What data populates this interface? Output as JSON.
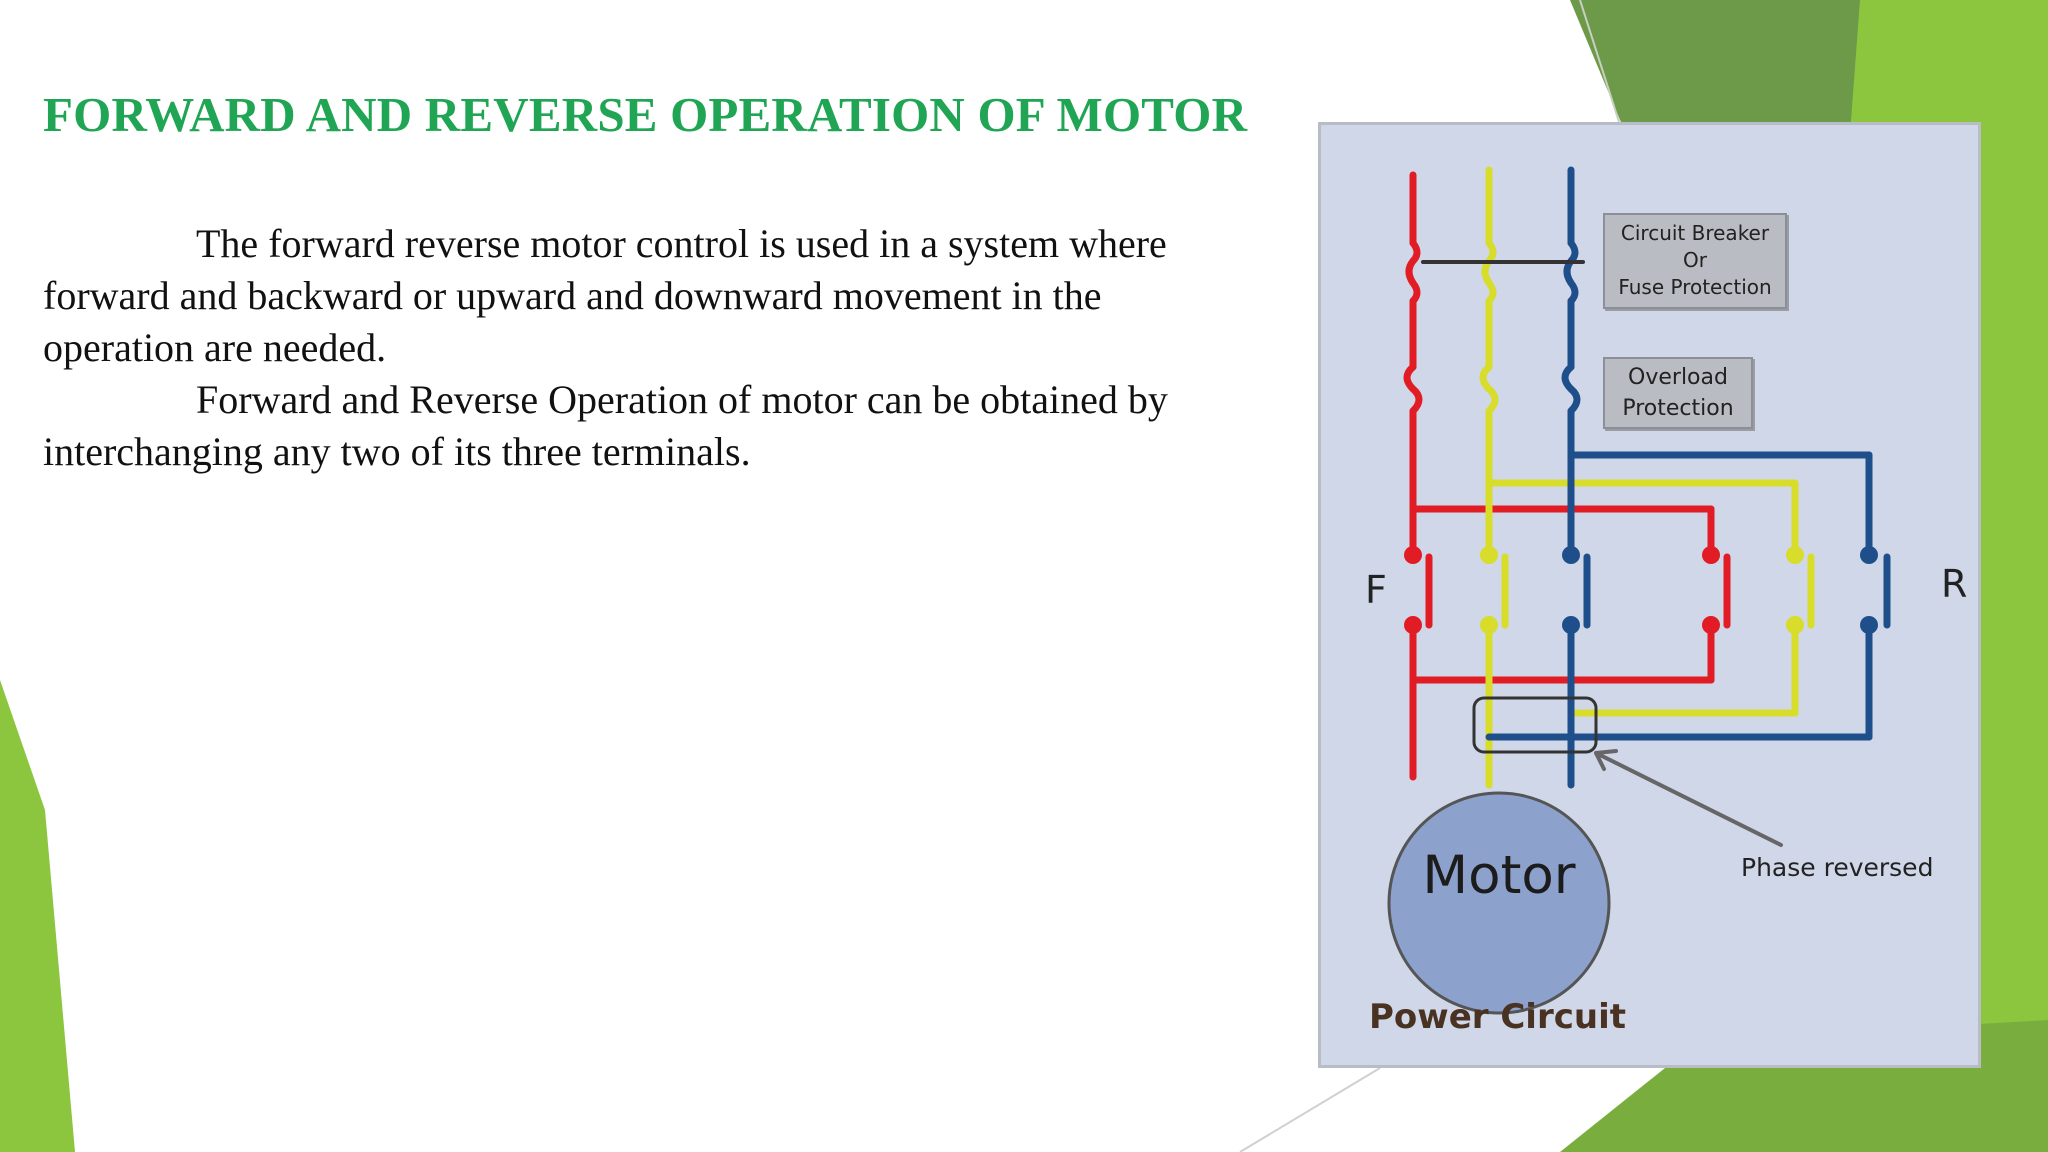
{
  "slide": {
    "title": "FORWARD AND REVERSE OPERATION OF MOTOR",
    "paragraphs": [
      "The forward reverse motor control is used in a system where forward and backward or upward and downward movement in the operation are needed.",
      "Forward and Reverse Operation of motor can be obtained by interchanging any two of its three terminals."
    ]
  },
  "diagram": {
    "labels": {
      "circuit_breaker": [
        "Circuit Breaker",
        "Or",
        "Fuse Protection"
      ],
      "overload": [
        "Overload",
        "Protection"
      ],
      "forward": "F",
      "reverse": "R",
      "motor": "Motor",
      "phase_reversed": "Phase reversed",
      "power_circuit": "Power Circuit"
    },
    "wire_colors": {
      "phase1": "#e11c24",
      "phase2": "#d8dc2a",
      "phase3": "#1f4f8a"
    }
  },
  "colors": {
    "title": "#1fa553",
    "accent_green": "#8cc63f",
    "accent_dark_green": "#6d9a48"
  }
}
